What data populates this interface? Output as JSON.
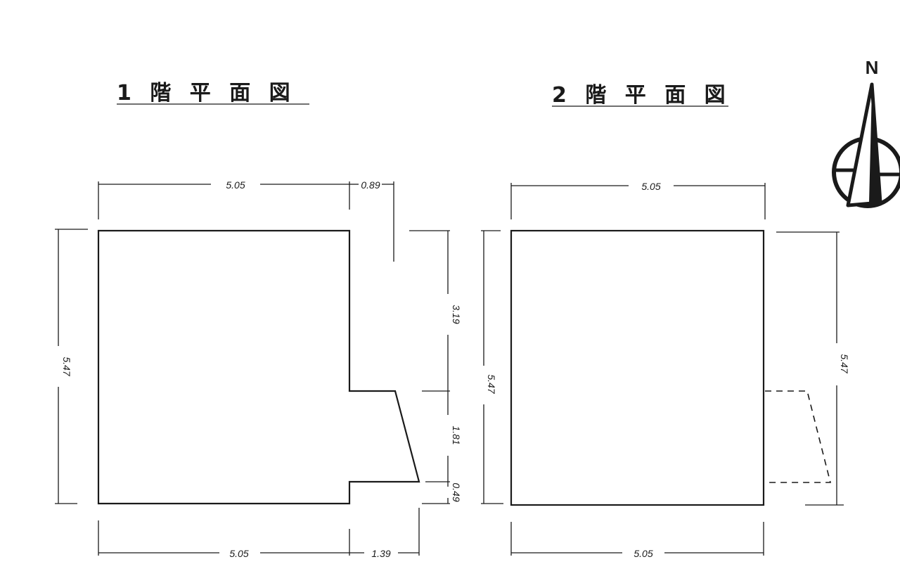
{
  "plans": [
    {
      "title": "1 階 平 面 図",
      "dims": {
        "top_main": "5.05",
        "top_side": "0.89",
        "left_height": "5.47",
        "right_upper": "3.19",
        "right_middle": "1.81",
        "right_lower": "0.49",
        "bottom_main": "5.05",
        "bottom_side": "1.39"
      }
    },
    {
      "title": "2 階 平 面 図",
      "dims": {
        "top_main": "5.05",
        "left_height": "5.47",
        "right_height": "5.47",
        "bottom_main": "5.05"
      }
    }
  ],
  "compass": {
    "label": "N",
    "icon": "north-arrow-icon"
  }
}
